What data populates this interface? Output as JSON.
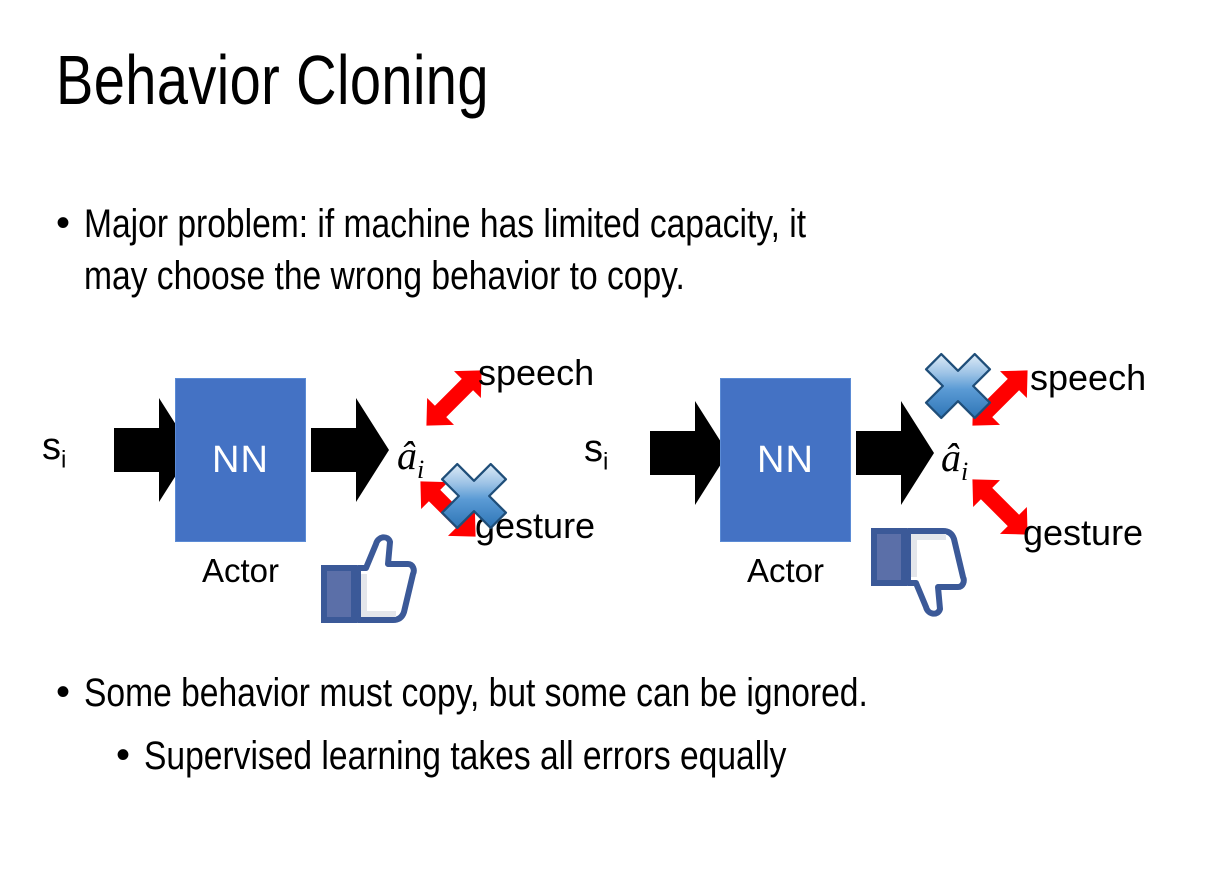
{
  "slide": {
    "title": "Behavior Cloning",
    "background_color": "#FFFFFF"
  },
  "bullets": {
    "top": {
      "marker": "•",
      "text": "Major problem: if machine has limited capacity, it\nmay choose the wrong behavior to copy."
    },
    "bottom_1": {
      "marker": "•",
      "text": "Some behavior must copy, but some can be ignored."
    },
    "bottom_2": {
      "marker": "•",
      "text": "Supervised learning takes all errors equally"
    }
  },
  "colors": {
    "nn_box_fill": "#4472C4",
    "nn_box_border": "#5B8BD5",
    "red_arrow": "#FF0000",
    "blue_x_light": "#BDD7EE",
    "blue_x_dark": "#2E75B6",
    "blue_x_outline": "#1F4E79",
    "thumb_outline": "#3B5998",
    "thumb_fill": "#FFFFFF",
    "thumb_cuff": "#5B6FA8",
    "black_arrow": "#000000",
    "text": "#000000"
  },
  "diagrams": [
    {
      "id": "left",
      "input_label": "s",
      "input_subscript": "i",
      "box_label": "NN",
      "box_caption": "Actor",
      "output_label": "â",
      "output_subscript": "i",
      "branch_top_label": "speech",
      "branch_bottom_label": "gesture",
      "crossed_branch": "gesture",
      "feedback_icon": "thumbs-up-icon",
      "feedback_meaning": "like"
    },
    {
      "id": "right",
      "input_label": "s",
      "input_subscript": "i",
      "box_label": "NN",
      "box_caption": "Actor",
      "output_label": "â",
      "output_subscript": "i",
      "branch_top_label": "speech",
      "branch_bottom_label": "gesture",
      "crossed_branch": "speech",
      "feedback_icon": "thumbs-down-icon",
      "feedback_meaning": "dislike"
    }
  ]
}
